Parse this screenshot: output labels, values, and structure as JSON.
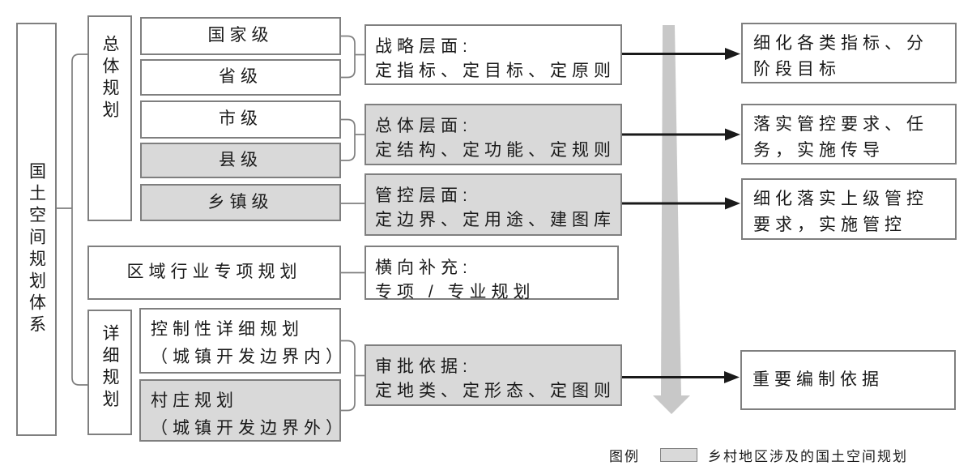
{
  "palette": {
    "highlight-fill": "#d9d9d9",
    "box-border": "#7f7f7f",
    "ink": "#1a1a1a",
    "flow-arrow": "#c8c8c8",
    "background": "#ffffff"
  },
  "diagram": {
    "root": {
      "label": "国土空间规划体系"
    },
    "groups": {
      "overall": {
        "label": "总体规划"
      },
      "detailed": {
        "label": "详细规划"
      }
    },
    "levels": [
      {
        "label": "国家级",
        "highlighted": false
      },
      {
        "label": "省级",
        "highlighted": false
      },
      {
        "label": "市级",
        "highlighted": false
      },
      {
        "label": "县级",
        "highlighted": true
      },
      {
        "label": "乡镇级",
        "highlighted": true
      }
    ],
    "regional": {
      "label": "区域行业专项规划"
    },
    "detail_plans": [
      {
        "line1": "控制性详细规划",
        "line2": "（城镇开发边界内）",
        "highlighted": false
      },
      {
        "line1": "村庄规划",
        "line2": "（城镇开发边界外）",
        "highlighted": true
      }
    ],
    "functions": [
      {
        "title": "战略层面:",
        "detail": "定指标、定目标、定原则",
        "highlighted": false
      },
      {
        "title": "总体层面:",
        "detail": "定结构、定功能、定规则",
        "highlighted": true
      },
      {
        "title": "管控层面:",
        "detail": "定边界、定用途、建图库",
        "highlighted": true
      },
      {
        "title": "横向补充:",
        "detail": "专项 / 专业规划",
        "highlighted": false
      },
      {
        "title": "审批依据:",
        "detail": "定地类、定形态、定图则",
        "highlighted": true
      }
    ],
    "outcomes": [
      {
        "label": "细化各类指标、分阶段目标"
      },
      {
        "label": "落实管控要求、任务，实施传导"
      },
      {
        "label": "细化落实上级管控要求，实施管控"
      },
      {
        "label": "重要编制依据"
      }
    ],
    "legend": {
      "title": "图例",
      "swatch_meaning": "乡村地区涉及的国土空间规划"
    }
  }
}
